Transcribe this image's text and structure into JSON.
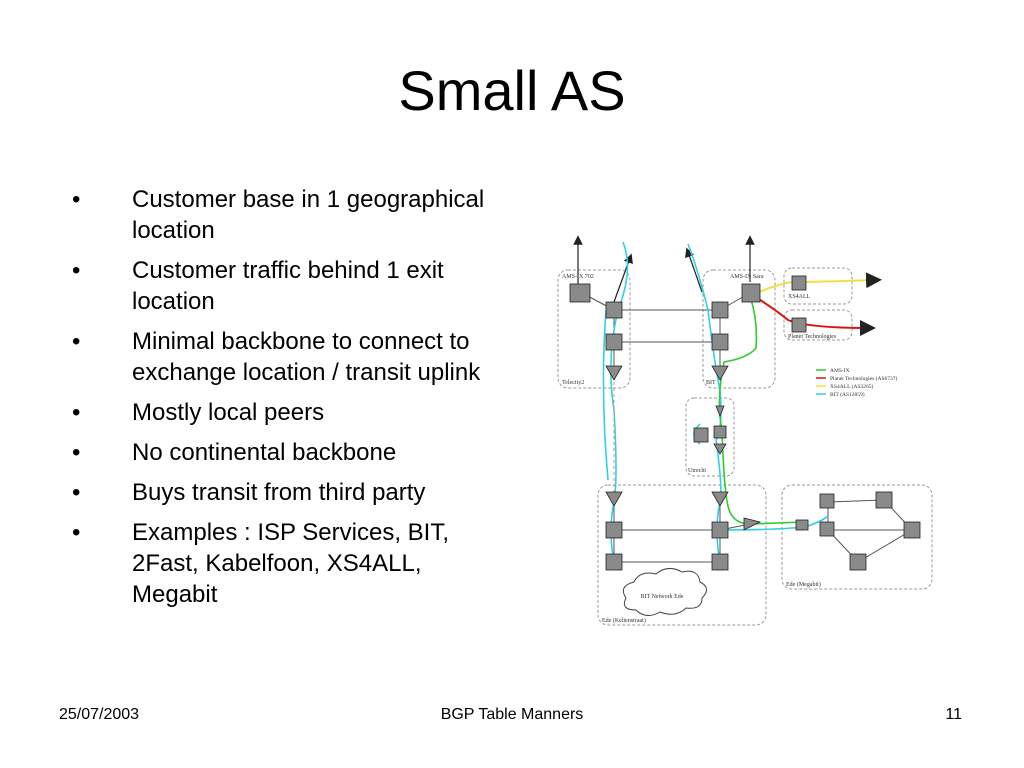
{
  "slide": {
    "title": "Small AS",
    "bullets": [
      "Customer base in 1 geographical location",
      "Customer traffic behind 1 exit location",
      "Minimal backbone to connect to exchange location / transit uplink",
      "Mostly local peers",
      "No continental backbone",
      "Buys transit from third party",
      "Examples : ISP Services, BIT, 2Fast, Kabelfoon, XS4ALL, Megabit"
    ],
    "bullet_glyph": "•"
  },
  "diagram": {
    "site_labels": {
      "telecity": "Telecity2",
      "bit": "BIT",
      "utrecht": "Utrecht",
      "ede": "Ede (Keltenstraat)",
      "megabit": "Ede (Megabit)",
      "xs4all": "XS4ALL",
      "planet": "Planet Technologies",
      "ams_top_left": "AMS-IX 702",
      "ams_top_right": "AMS-IX Sara",
      "cloud": "BIT Network Ede"
    },
    "legend": [
      {
        "label": "AMS-IX",
        "color": "#2ecc2e"
      },
      {
        "label": "Planet Technologies (AS6737)",
        "color": "#dd1111"
      },
      {
        "label": "XS4ALL (AS3265)",
        "color": "#f0e040"
      },
      {
        "label": "BIT (AS12859)",
        "color": "#2fd0e8"
      }
    ],
    "colors": {
      "amsix": "#2ecc2e",
      "planet": "#dd1111",
      "xs4all": "#f0e040",
      "bit": "#2fd0e8",
      "backbone": "#555555",
      "box_border": "#999999",
      "device_fill": "#8a8a8a"
    }
  },
  "footer": {
    "date": "25/07/2003",
    "center": "BGP Table Manners",
    "page": "11"
  }
}
